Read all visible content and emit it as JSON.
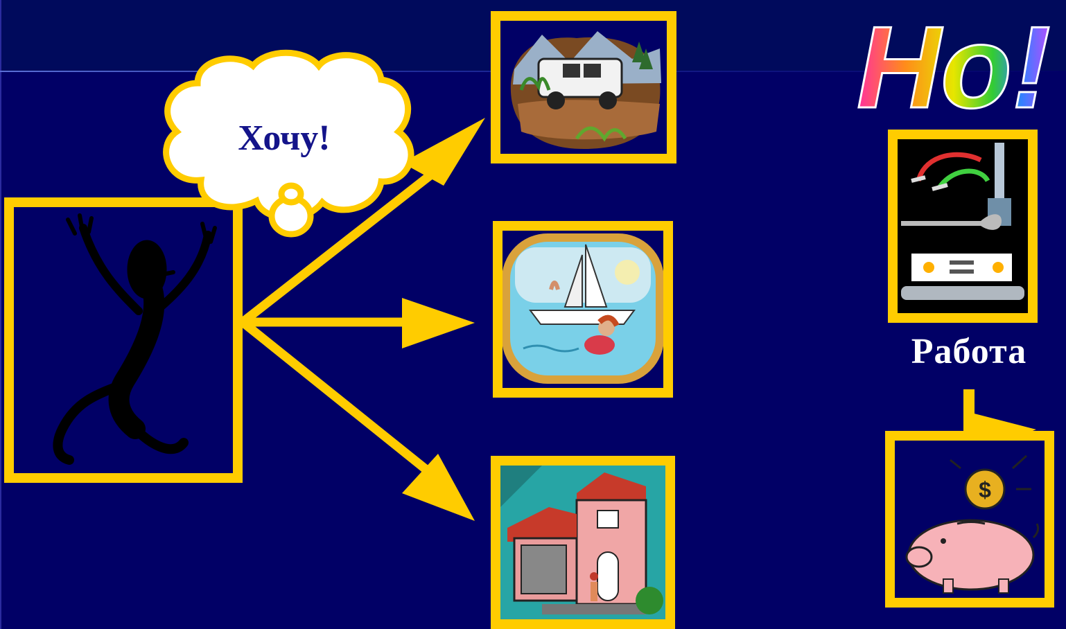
{
  "slide": {
    "thought_text": "Хочу!",
    "title_text": "Но!",
    "work_label": "Работа"
  },
  "icons": {
    "person": "running-man-icon",
    "car": "offroad-van-icon",
    "vacation": "sailboat-swimmer-icon",
    "house": "house-family-icon",
    "work": "tools-truck-icon",
    "savings": "piggy-bank-coin-icon"
  },
  "colors": {
    "background": "#010066",
    "frame": "#ffcc00",
    "cloud_outline": "#ffcc00",
    "cloud_fill": "#ffffff",
    "text_dark": "#14148a",
    "text_light": "#ffffff"
  }
}
